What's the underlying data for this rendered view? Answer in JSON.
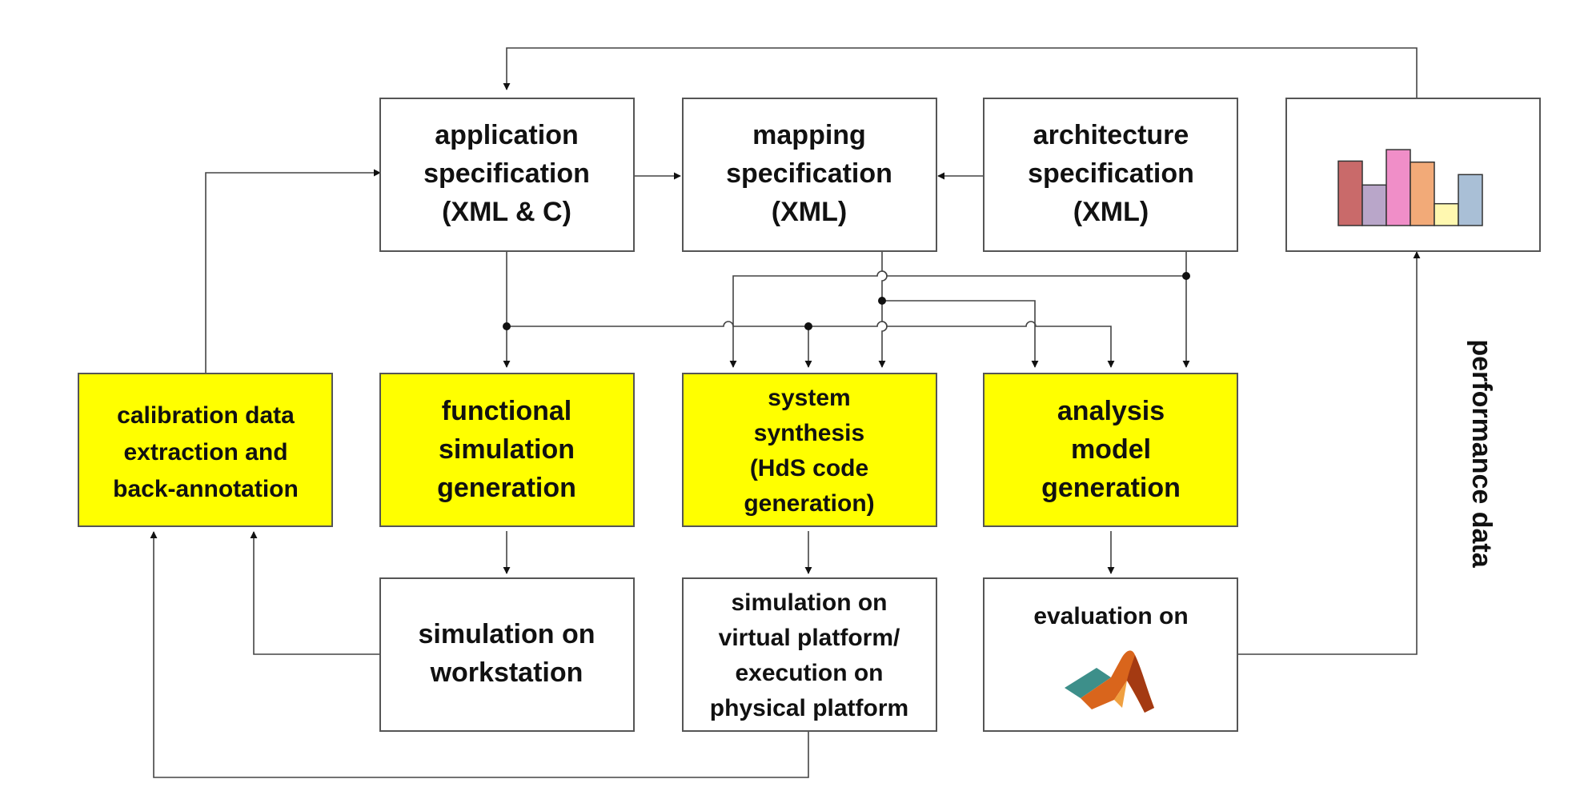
{
  "nodes": {
    "application_spec": [
      "application",
      "specification",
      "(XML & C)"
    ],
    "mapping_spec": [
      "mapping",
      "specification",
      "(XML)"
    ],
    "architecture_spec": [
      "architecture",
      "specification",
      "(XML)"
    ],
    "calibration": [
      "calibration data",
      "extraction and",
      "back-annotation"
    ],
    "functional_sim": [
      "functional",
      "simulation",
      "generation"
    ],
    "system_synthesis": [
      "system",
      "synthesis",
      "(HdS code",
      "generation)"
    ],
    "analysis_model": [
      "analysis",
      "model",
      "generation"
    ],
    "sim_workstation": [
      "simulation on",
      "workstation"
    ],
    "sim_virtual": [
      "simulation on",
      "virtual platform/",
      "execution on",
      "physical platform"
    ],
    "evaluation": [
      "evaluation on"
    ]
  },
  "side_label": "performance data",
  "icons": {
    "bar_chart": "bar-chart-icon",
    "matlab": "matlab-logo-icon"
  },
  "colors": {
    "process_fill": "#ffff00",
    "spec_fill": "#ffffff",
    "bars": [
      "#c96a6a",
      "#b9a6c9",
      "#f08ec8",
      "#f2aa78",
      "#fff8b0",
      "#a9bfd6"
    ]
  },
  "bar_values": [
    0.62,
    0.39,
    0.73,
    0.61,
    0.21,
    0.49
  ]
}
